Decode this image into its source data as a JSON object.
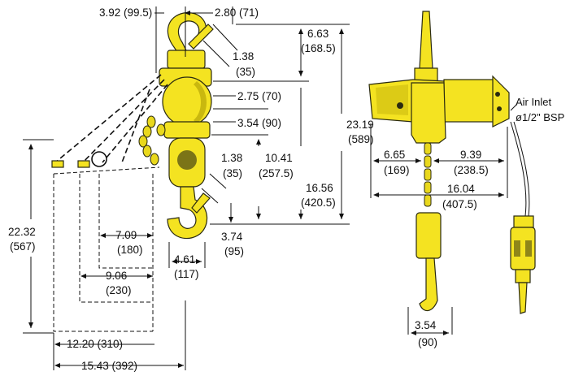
{
  "left_view": {
    "dims": {
      "hook_offset_left": "3.92 (99.5)",
      "hook_offset_right": "2.80 (71)",
      "top_hook_height": "1.38",
      "top_hook_height_mm": "(35)",
      "upper_height": "6.63",
      "upper_height_mm": "(168.5)",
      "body_depth": "2.75 (70)",
      "body_depth2": "3.54 (90)",
      "lower_hook_height": "1.38",
      "lower_hook_height_mm": "(35)",
      "mid_height": "10.41",
      "mid_height_mm": "(257.5)",
      "lower_height": "16.56",
      "lower_height_mm": "(420.5)",
      "total_height": "23.19",
      "total_height_mm": "(589)",
      "hook_throat": "3.74",
      "hook_throat_mm": "(95)",
      "hook_width": "4.61",
      "hook_width_mm": "(117)",
      "left_height": "22.32",
      "left_height_mm": "(567)",
      "inner_width": "7.09",
      "inner_width_mm": "(180)",
      "mid_width": "9.06",
      "mid_width_mm": "(230)",
      "outer_width": "12.20 (310)",
      "overall_width": "15.43 (392)"
    }
  },
  "right_view": {
    "air_inlet_label": "Air Inlet",
    "air_inlet_size": "ø1/2\" BSP",
    "dims": {
      "left_offset": "6.65",
      "left_offset_mm": "(169)",
      "right_offset": "9.39",
      "right_offset_mm": "(238.5)",
      "total_length": "16.04",
      "total_length_mm": "(407.5)",
      "hook_width": "3.54",
      "hook_width_mm": "(90)"
    }
  },
  "colors": {
    "hoist_yellow": "#f4e321",
    "outline": "#111111"
  }
}
